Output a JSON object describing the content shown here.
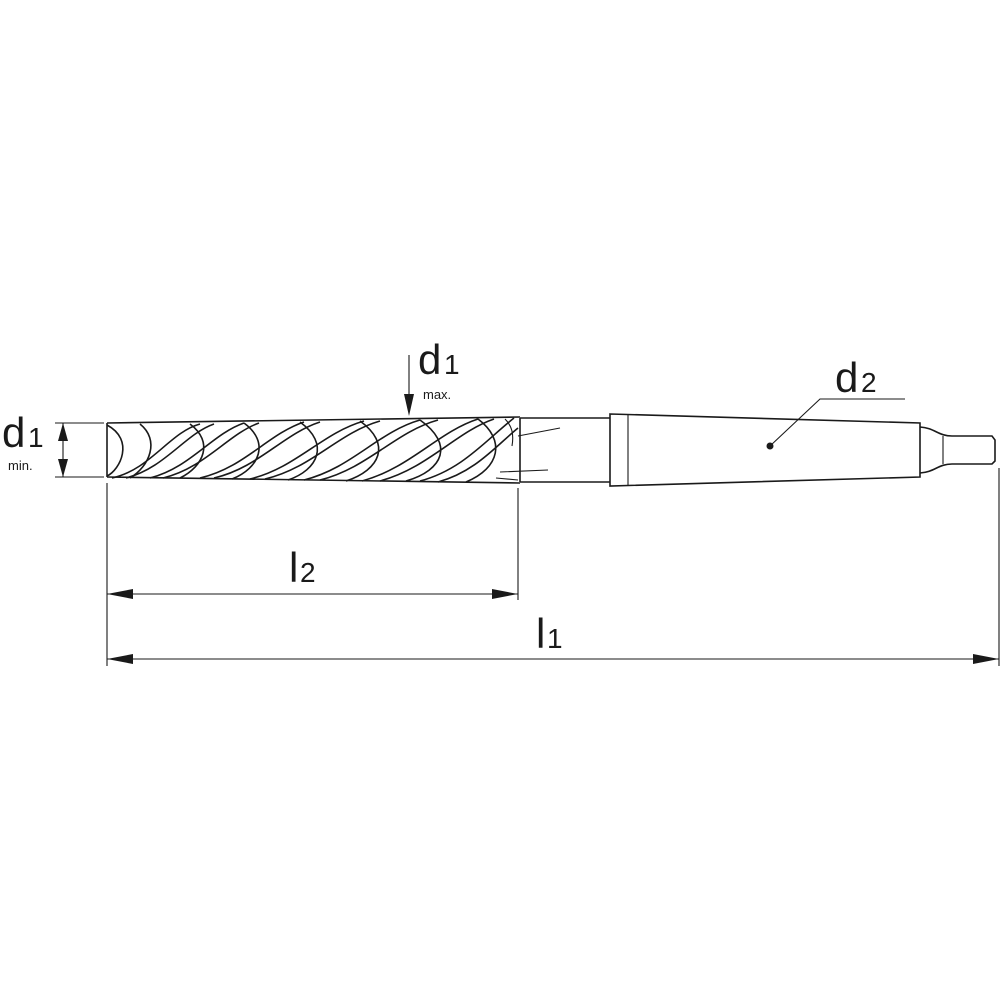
{
  "labels": {
    "d1_min": {
      "main": "d",
      "index": "1",
      "note": "min."
    },
    "d1_max": {
      "main": "d",
      "index": "1",
      "note": "max."
    },
    "d2": {
      "main": "d",
      "index": "2"
    },
    "l2": {
      "main": "l",
      "index": "2"
    },
    "l1": {
      "main": "l",
      "index": "1"
    }
  }
}
